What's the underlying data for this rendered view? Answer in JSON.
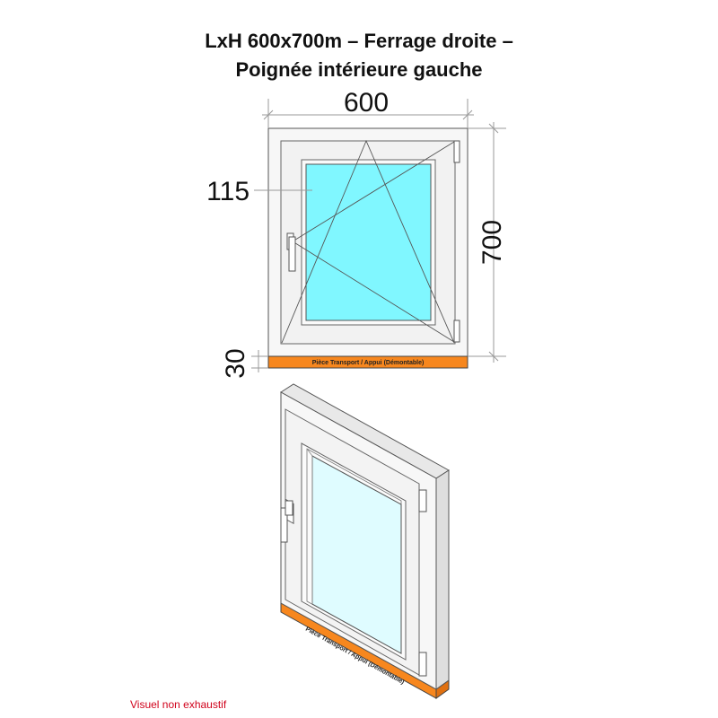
{
  "title": {
    "line1": "LxH 600x700m – Ferrage droite –",
    "line2": "Poignée intérieure gauche"
  },
  "dimensions": {
    "width": "600",
    "height": "700",
    "profile": "115",
    "sill": "30"
  },
  "sill_label": "Pièce Transport / Appui (Démontable)",
  "note": "Visuel non exhaustif",
  "colors": {
    "glass_front": "#80f7ff",
    "glass_3d": "#dffcff",
    "sill": "#f7871e",
    "frame": "#f5f5f5",
    "outline": "#555555",
    "note": "#d0021b"
  },
  "icons": [
    "handle-icon",
    "hinge-icon"
  ]
}
